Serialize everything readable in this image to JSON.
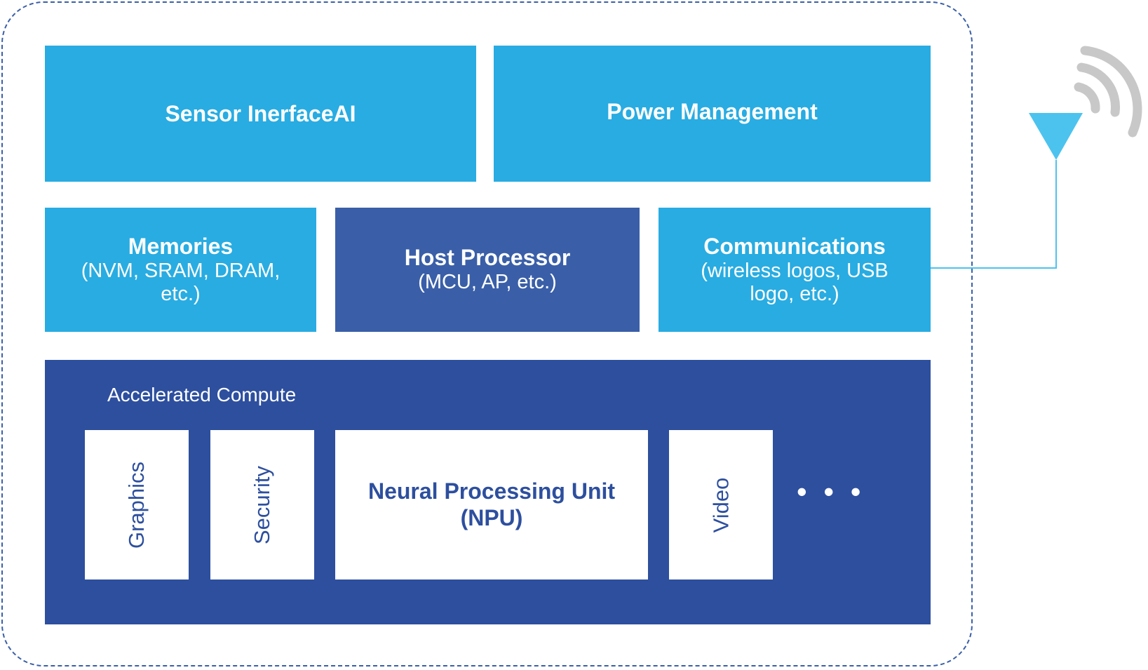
{
  "blocks": {
    "sensor": {
      "title": "Sensor InerfaceAI"
    },
    "power": {
      "title": "Power Management"
    },
    "memories": {
      "title": "Memories",
      "subtitle": "(NVM, SRAM, DRAM, etc.)"
    },
    "host": {
      "title": "Host Processor",
      "subtitle": "(MCU, AP, etc.)"
    },
    "comms": {
      "title": "Communications",
      "subtitle": "(wireless logos, USB logo, etc.)"
    }
  },
  "accelerated": {
    "label": "Accelerated Compute",
    "units": {
      "graphics": "Graphics",
      "security": "Security",
      "npu_title": "Neural Processing Unit",
      "npu_abbr": "(NPU)",
      "video": "Video"
    },
    "more": "• • •"
  },
  "colors": {
    "light_blue": "#28ace2",
    "mid_blue": "#3a5fa8",
    "dark_blue": "#2d4f9e",
    "antenna": "#4cc3ef",
    "signal_waves": "#c8c8c8"
  },
  "icons": [
    "antenna-icon",
    "signal-waves-icon"
  ]
}
